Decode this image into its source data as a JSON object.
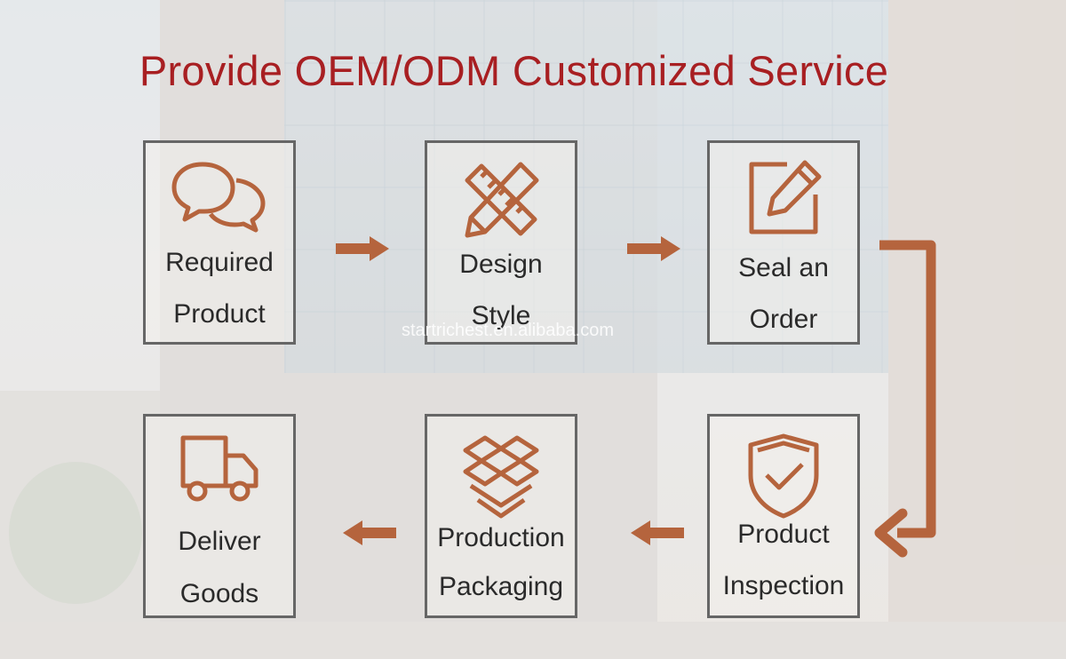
{
  "title": "Provide OEM/ODM Customized Service",
  "watermark": "startrichest.en.alibaba.com",
  "accent_color": "#b5643d",
  "title_color": "#a81f22",
  "steps": [
    {
      "icon": "chat-bubbles-icon",
      "line1": "Required",
      "line2": "Product"
    },
    {
      "icon": "ruler-pencil-icon",
      "line1": "Design",
      "line2": "Style"
    },
    {
      "icon": "edit-note-icon",
      "line1": "Seal an",
      "line2": "Order"
    },
    {
      "icon": "shield-check-icon",
      "line1": "Product",
      "line2": "Inspection"
    },
    {
      "icon": "open-box-icon",
      "line1": "Production",
      "line2": "Packaging"
    },
    {
      "icon": "delivery-truck-icon",
      "line1": "Deliver",
      "line2": "Goods"
    }
  ]
}
